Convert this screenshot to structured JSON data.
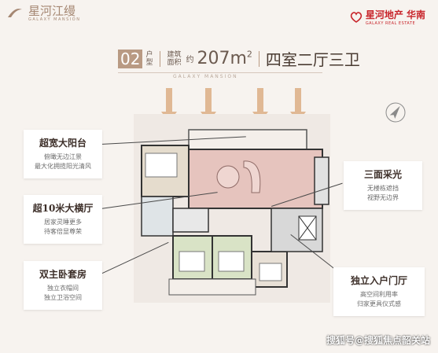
{
  "brand": {
    "left_name": "星河江缦",
    "left_sub": "GALAXY MANSION",
    "right_name": "星河地产 华南",
    "right_sub": "GALAXY REAL ESTATE"
  },
  "title": {
    "unit_num": "02",
    "unit_word": "户型",
    "area_label": "建筑面积",
    "approx": "约",
    "area_value": "207m",
    "area_sup": "2",
    "layout": "四室二厅三卫",
    "sub": "GALAXY MANSION"
  },
  "callouts": [
    {
      "title": "超宽大阳台",
      "lines": [
        "俯瞰无边江景",
        "最大化拥揽阳光清风"
      ]
    },
    {
      "title": "超10米大横厅",
      "lines": [
        "居家灵睡更多",
        "待客倍显尊荣"
      ]
    },
    {
      "title": "双主卧套房",
      "lines": [
        "独立衣帽间",
        "独立卫浴空间"
      ]
    },
    {
      "title": "三面采光",
      "lines": [
        "无楼栋遮挡",
        "视野无边界"
      ]
    },
    {
      "title": "独立入户门厅",
      "lines": [
        "高空间利用率",
        "归家更具仪式感"
      ]
    }
  ],
  "watermark": "搜狐号@搜狐焦点韶关站"
}
